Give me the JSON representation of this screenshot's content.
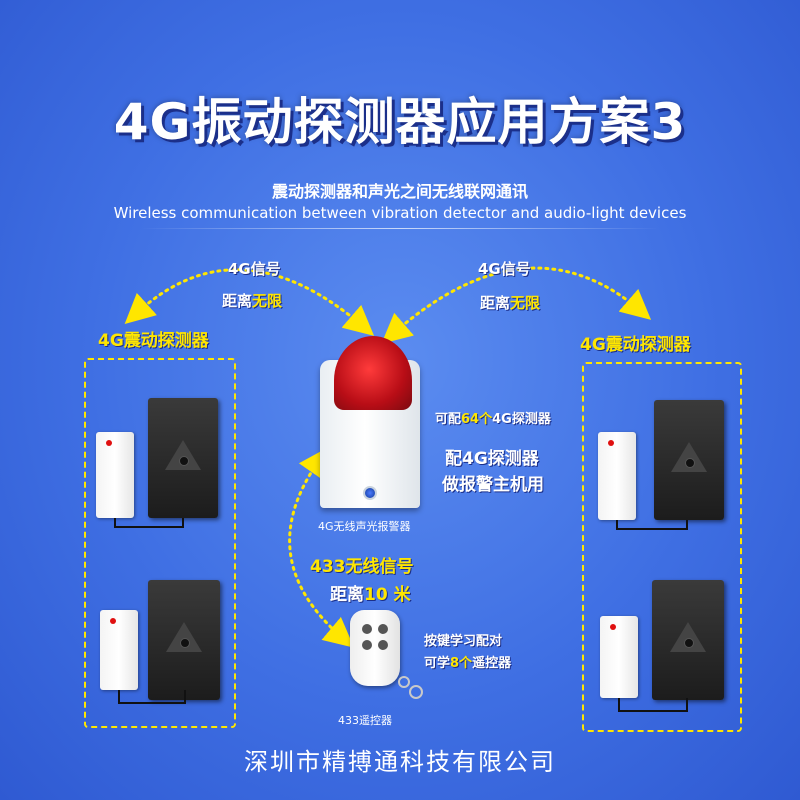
{
  "title": "4G振动探测器应用方案3",
  "subtitle_cn": "震动探测器和声光之间无线联网通讯",
  "subtitle_en": "Wireless communication between vibration detector and audio-light devices",
  "left_signal": {
    "line1": "4G信号",
    "line2_prefix": "距离",
    "line2_highlight": "无限"
  },
  "right_signal": {
    "line1": "4G信号",
    "line2_prefix": "距离",
    "line2_highlight": "无限"
  },
  "left_group": {
    "heading": "4G震动探测器"
  },
  "right_group": {
    "heading": "4G震动探测器"
  },
  "siren": {
    "caption": "4G无线声光报警器",
    "capacity_prefix": "可配",
    "capacity_highlight": "64个",
    "capacity_suffix": "4G探测器",
    "role_line1": "配4G探测器",
    "role_line2": "做报警主机用"
  },
  "wireless_433": {
    "line1": "433无线信号",
    "line2_prefix": "距离",
    "line2_highlight": "10 米"
  },
  "remote": {
    "caption": "433遥控器",
    "pair_line1": "按键学习配对",
    "pair_prefix": "可学",
    "pair_highlight": "8个",
    "pair_suffix": "遥控器"
  },
  "footer": "深圳市精搏通科技有限公司",
  "colors": {
    "background": "#3f6fe3",
    "highlight": "#ffe600",
    "dashed_box": "#ffe600",
    "siren_dome": "#c0101a"
  },
  "icons": [
    "detector-device",
    "sensor-device",
    "siren-device",
    "remote-control",
    "dotted-arrow"
  ]
}
